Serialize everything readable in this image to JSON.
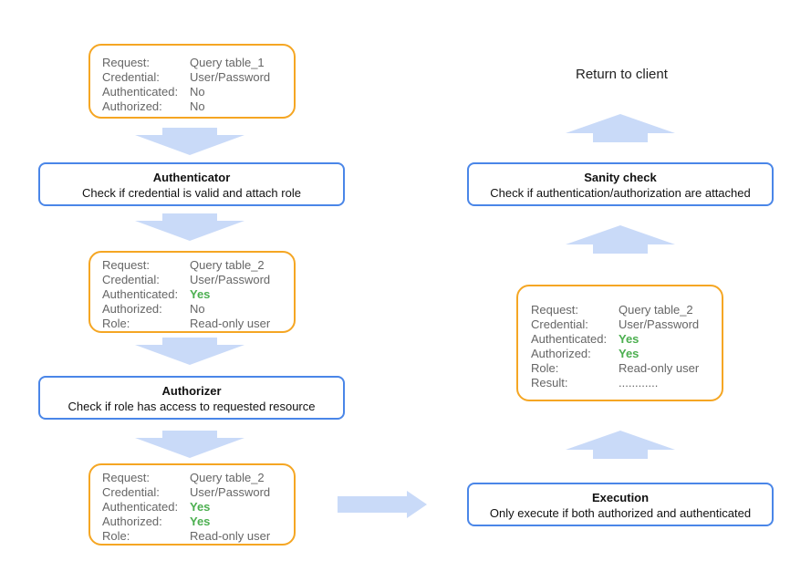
{
  "boxes": {
    "b1": {
      "rows": [
        {
          "key": "Request:",
          "value": "Query table_1",
          "highlight": false
        },
        {
          "key": "Credential:",
          "value": "User/Password",
          "highlight": false
        },
        {
          "key": "Authenticated:",
          "value": "No",
          "highlight": false
        },
        {
          "key": "Authorized:",
          "value": "No",
          "highlight": false
        }
      ]
    },
    "b2": {
      "rows": [
        {
          "key": "Request:",
          "value": "Query table_2",
          "highlight": false
        },
        {
          "key": "Credential:",
          "value": "User/Password",
          "highlight": false
        },
        {
          "key": "Authenticated:",
          "value": "Yes",
          "highlight": true
        },
        {
          "key": "Authorized:",
          "value": "No",
          "highlight": false
        },
        {
          "key": "Role:",
          "value": "Read-only user",
          "highlight": false
        }
      ]
    },
    "b3": {
      "rows": [
        {
          "key": "Request:",
          "value": "Query table_2",
          "highlight": false
        },
        {
          "key": "Credential:",
          "value": "User/Password",
          "highlight": false
        },
        {
          "key": "Authenticated:",
          "value": "Yes",
          "highlight": true
        },
        {
          "key": "Authorized:",
          "value": "Yes",
          "highlight": true
        },
        {
          "key": "Role:",
          "value": "Read-only user",
          "highlight": false
        }
      ]
    },
    "b4": {
      "rows": [
        {
          "key": "Request:",
          "value": "Query table_2",
          "highlight": false
        },
        {
          "key": "Credential:",
          "value": "User/Password",
          "highlight": false
        },
        {
          "key": "Authenticated:",
          "value": "Yes",
          "highlight": true
        },
        {
          "key": "Authorized:",
          "value": "Yes",
          "highlight": true
        },
        {
          "key": "Role:",
          "value": "Read-only user",
          "highlight": false
        },
        {
          "key": "Result:",
          "value": "............",
          "highlight": false
        }
      ]
    }
  },
  "stages": {
    "authenticator": {
      "title": "Authenticator",
      "desc": "Check if credential is valid and attach role"
    },
    "authorizer": {
      "title": "Authorizer",
      "desc": "Check if role has access to requested resource"
    },
    "execution": {
      "title": "Execution",
      "desc": "Only execute if both authorized and authenticated"
    },
    "sanity": {
      "title": "Sanity check",
      "desc": "Check if authentication/authorization are attached"
    }
  },
  "return_label": "Return to client",
  "colors": {
    "state_border": "#f5a623",
    "stage_border": "#4a86e8",
    "arrow_fill": "#c9daf8",
    "yes_text": "#4caf50"
  }
}
